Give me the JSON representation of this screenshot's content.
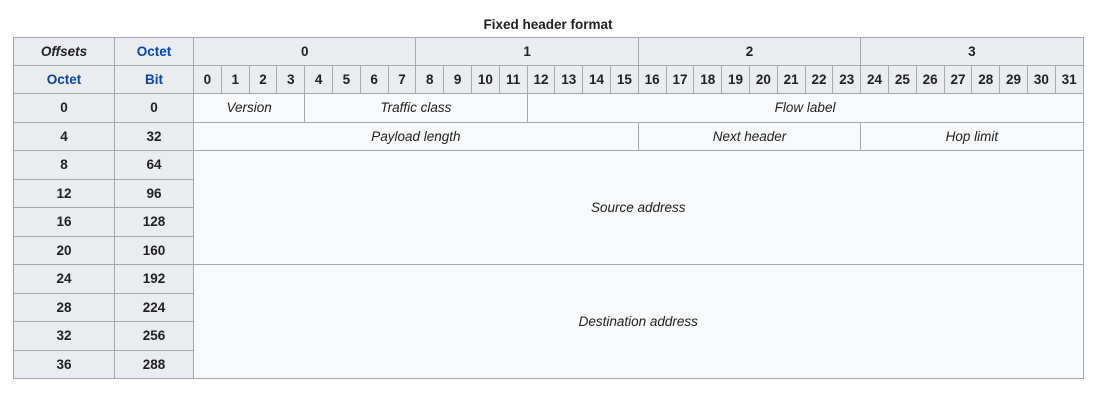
{
  "caption": "Fixed header format",
  "corner": {
    "offsets": "Offsets",
    "octet_col": "Octet",
    "octet_row": "Octet",
    "bit": "Bit"
  },
  "octet_labels": [
    "0",
    "1",
    "2",
    "3"
  ],
  "bits": [
    "0",
    "1",
    "2",
    "3",
    "4",
    "5",
    "6",
    "7",
    "8",
    "9",
    "10",
    "11",
    "12",
    "13",
    "14",
    "15",
    "16",
    "17",
    "18",
    "19",
    "20",
    "21",
    "22",
    "23",
    "24",
    "25",
    "26",
    "27",
    "28",
    "29",
    "30",
    "31"
  ],
  "rows": [
    {
      "octet": "0",
      "bit": "0"
    },
    {
      "octet": "4",
      "bit": "32"
    },
    {
      "octet": "8",
      "bit": "64"
    },
    {
      "octet": "12",
      "bit": "96"
    },
    {
      "octet": "16",
      "bit": "128"
    },
    {
      "octet": "20",
      "bit": "160"
    },
    {
      "octet": "24",
      "bit": "192"
    },
    {
      "octet": "28",
      "bit": "224"
    },
    {
      "octet": "32",
      "bit": "256"
    },
    {
      "octet": "36",
      "bit": "288"
    }
  ],
  "fields": {
    "version": "Version",
    "traffic_class": "Traffic class",
    "flow_label": "Flow label",
    "payload_length": "Payload length",
    "next_header": "Next header",
    "hop_limit": "Hop limit",
    "source_address": "Source address",
    "destination_address": "Destination address"
  },
  "colors": {
    "header_bg": "#eaecf0",
    "field_bg": "#f8f9fa",
    "border": "#a2a9b1",
    "link_blue": "#0645ad"
  }
}
